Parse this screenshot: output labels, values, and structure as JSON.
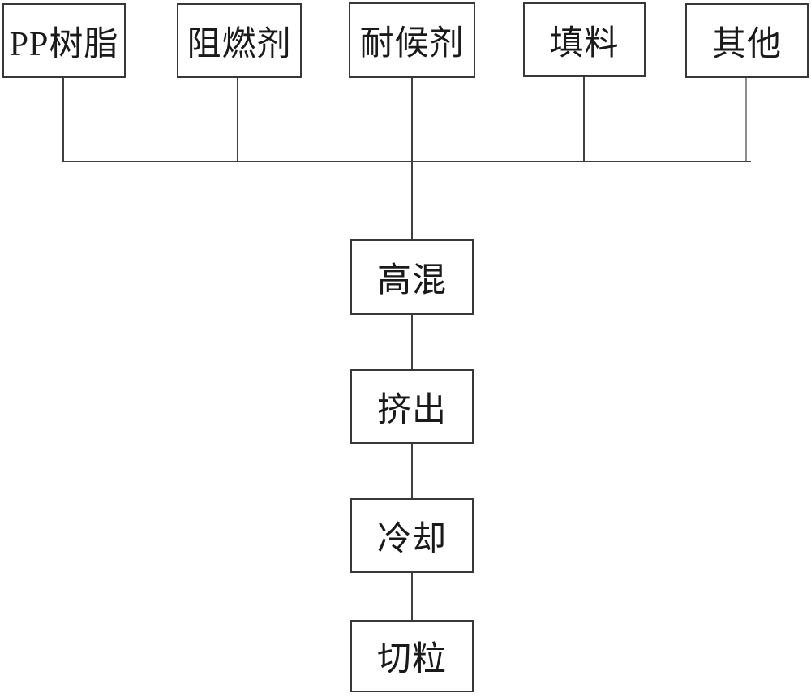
{
  "flowchart": {
    "inputs": [
      {
        "id": "pp-resin",
        "label": "PP树脂"
      },
      {
        "id": "flame-retardant",
        "label": "阻燃剂"
      },
      {
        "id": "weathering-agent",
        "label": "耐候剂"
      },
      {
        "id": "filler",
        "label": "填料"
      },
      {
        "id": "other",
        "label": "其他"
      }
    ],
    "process_steps": [
      {
        "id": "high-speed-mixing",
        "label": "高混"
      },
      {
        "id": "extrusion",
        "label": "挤出"
      },
      {
        "id": "cooling",
        "label": "冷却"
      },
      {
        "id": "pelletizing",
        "label": "切粒"
      }
    ],
    "colors": {
      "background": "#ffffff",
      "box_border": "#383838",
      "connector": "#3f3f3f",
      "text": "#1a1a1a"
    }
  }
}
